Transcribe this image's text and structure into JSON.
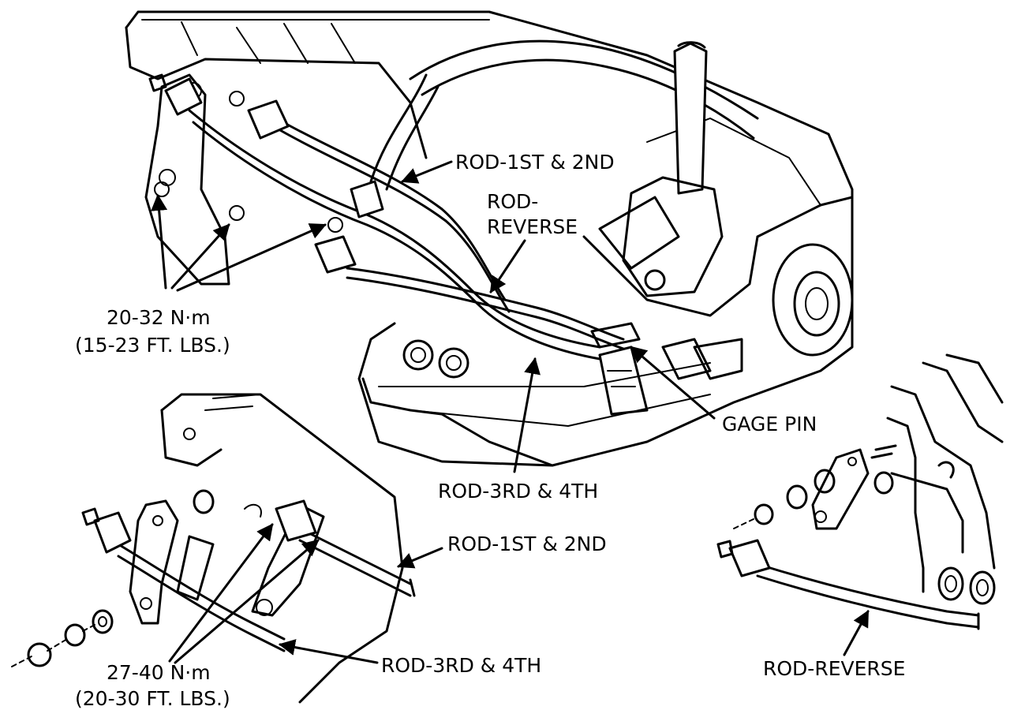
{
  "labels": {
    "rod_1st_2nd_top": "ROD-1ST & 2ND",
    "rod_reverse_top_1": "ROD-",
    "rod_reverse_top_2": "REVERSE",
    "torque_top_1": "20-32 N·m",
    "torque_top_2": "(15-23 FT. LBS.)",
    "gage_pin": "GAGE PIN",
    "rod_3rd_4th_top": "ROD-3RD & 4TH",
    "rod_1st_2nd_bottom": "ROD-1ST & 2ND",
    "rod_3rd_4th_bottom": "ROD-3RD & 4TH",
    "torque_bottom_1": "27-40 N·m",
    "torque_bottom_2": "(20-30 FT. LBS.)",
    "rod_reverse_bottom": "ROD-REVERSE"
  },
  "colors": {
    "ink": "#000000",
    "paper": "#ffffff"
  }
}
